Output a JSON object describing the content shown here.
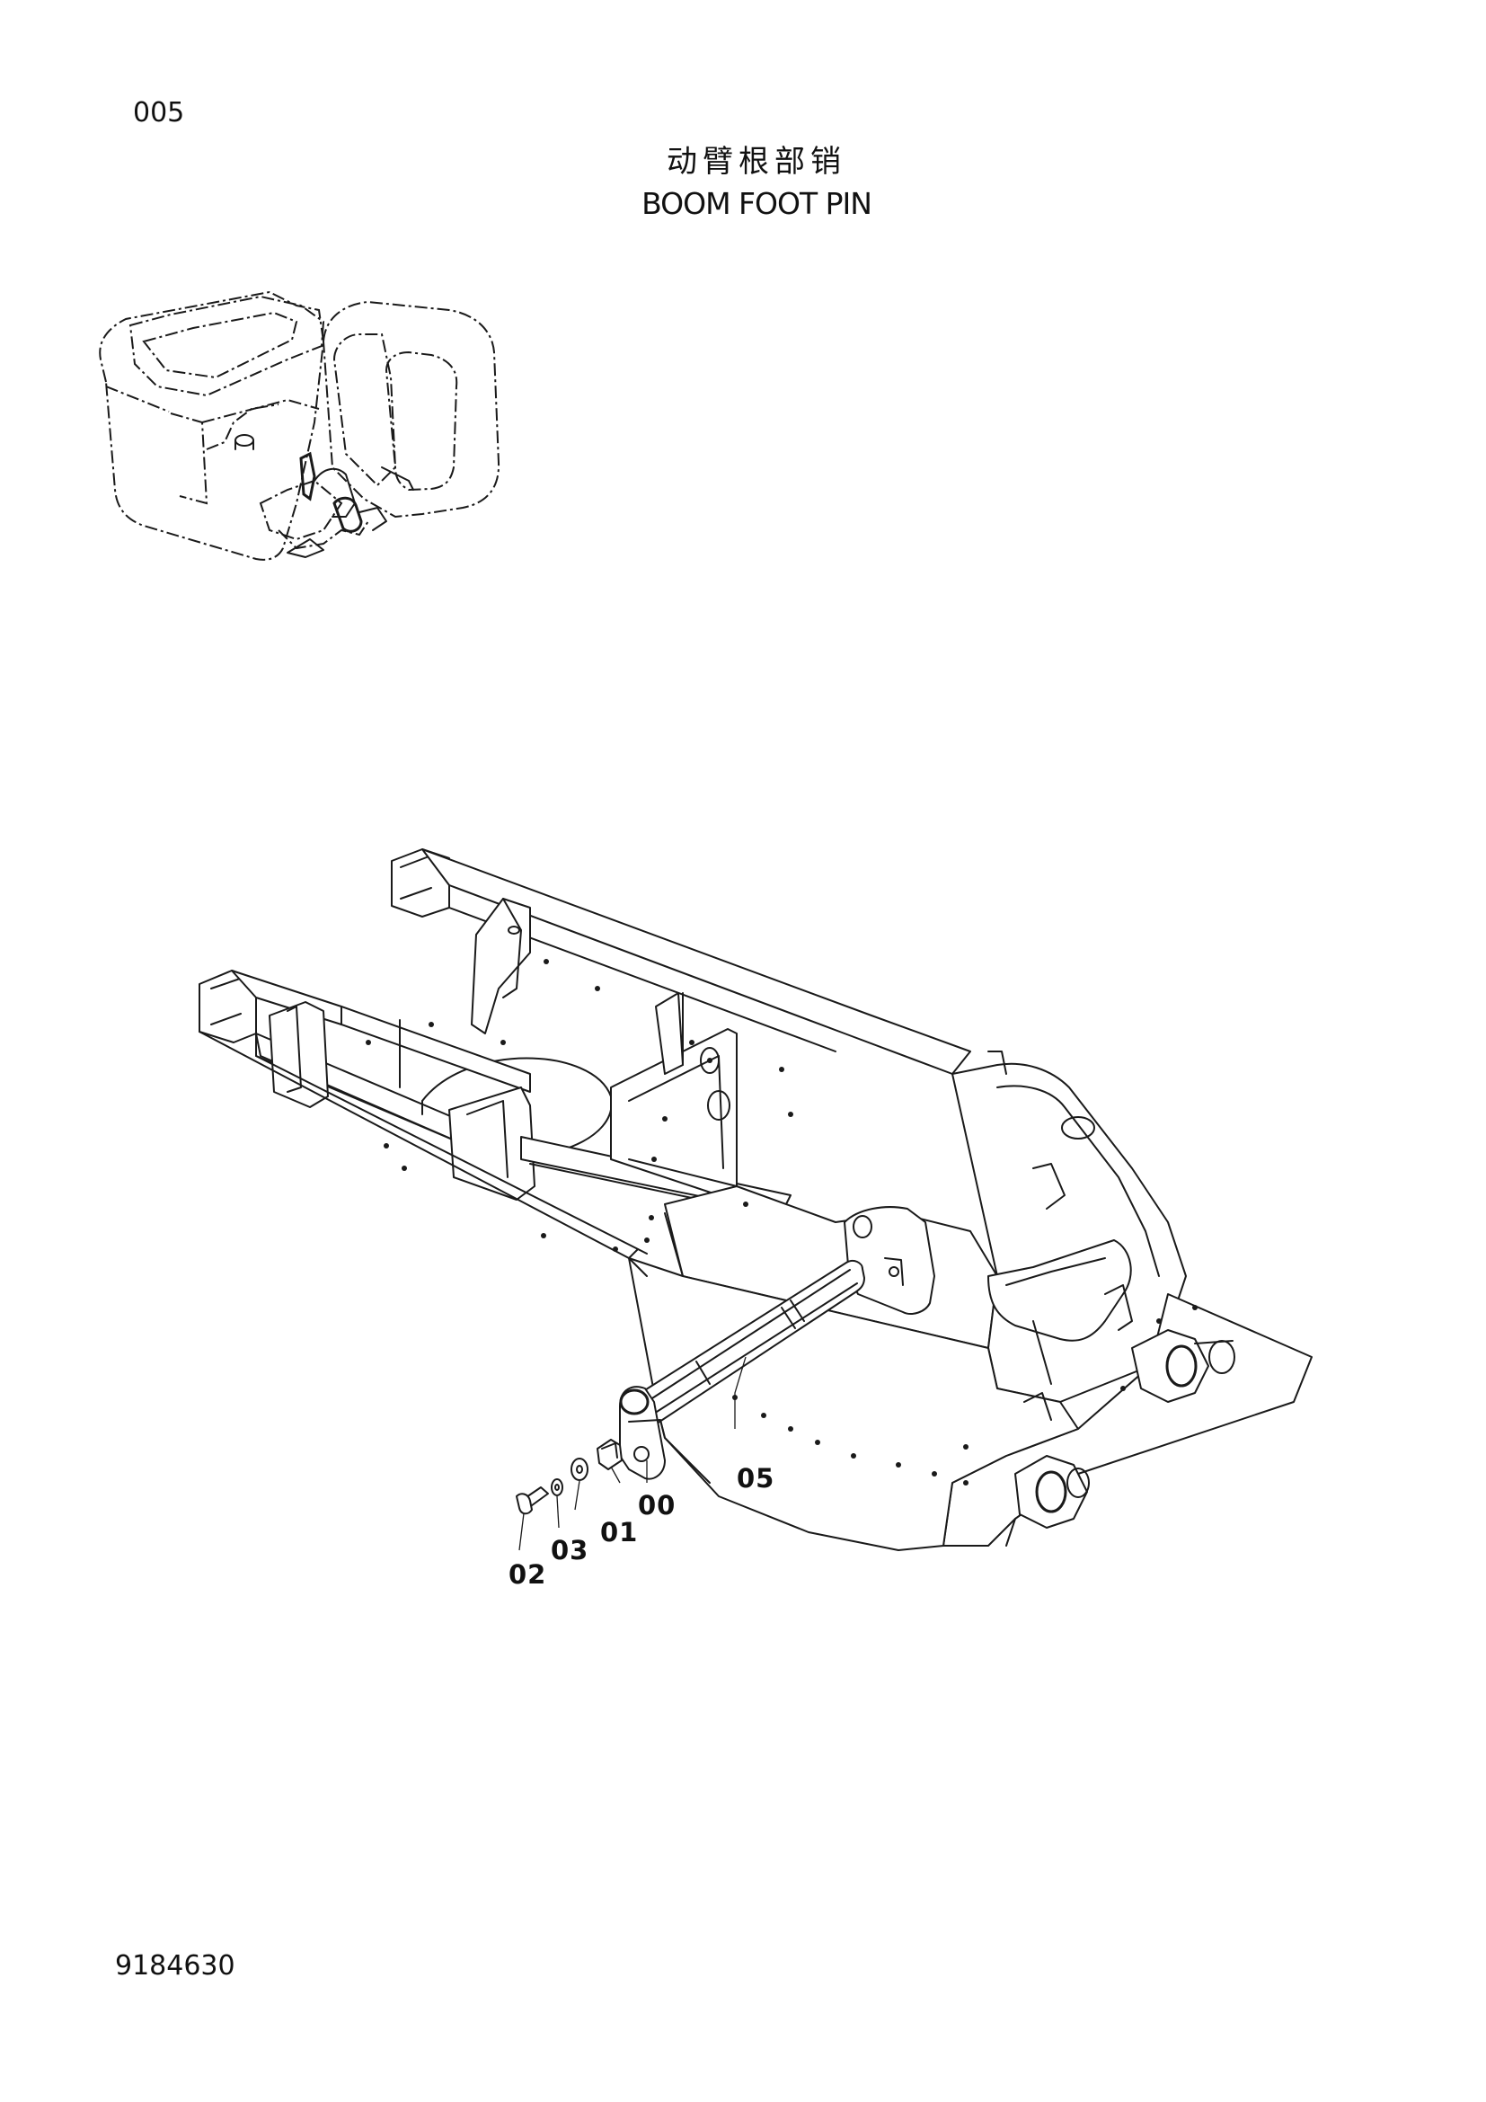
{
  "page_number": "005",
  "title_cn": "动臂根部销",
  "title_en": "BOOM  FOOT PIN",
  "doc_number": "9184630",
  "callouts": {
    "c05": "05",
    "c00": "00",
    "c01": "01",
    "c03": "03",
    "c02": "02"
  },
  "colors": {
    "line": "#1a1a1a",
    "background": "#ffffff"
  }
}
